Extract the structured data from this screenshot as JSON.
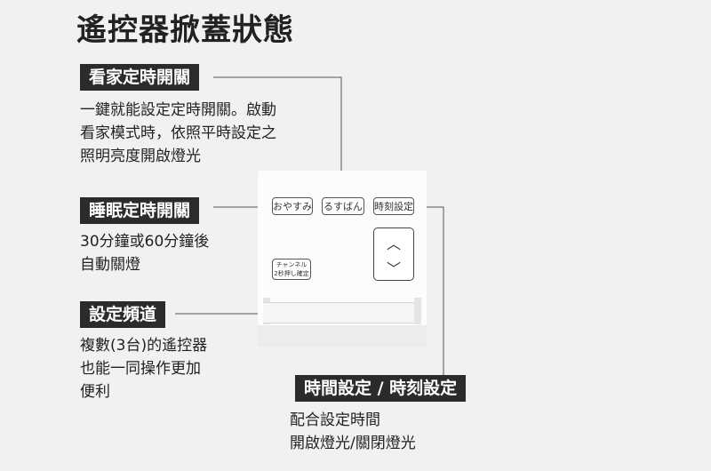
{
  "title": "遙控器掀蓋狀態",
  "sections": {
    "home_timer": {
      "label": "看家定時開關",
      "desc": [
        "一鍵就能設定定時開關。啟動",
        "看家模式時，依照平時設定之",
        "照明亮度開啟燈光"
      ]
    },
    "sleep_timer": {
      "label": "睡眠定時開關",
      "desc": [
        "30分鐘或60分鐘後",
        "自動關燈"
      ]
    },
    "channel": {
      "label": "設定頻道",
      "desc": [
        "複數(3台)的遙控器",
        "也能一同操作更加",
        "便利"
      ]
    },
    "time_set": {
      "label": "時間設定 / 時刻設定",
      "desc": [
        "配合設定時間",
        "開啟燈光/關閉燈光"
      ]
    }
  },
  "remote": {
    "buttons": {
      "oyasumi": "おやすみ",
      "rusuban": "るすばん",
      "jikoku": "時刻設定",
      "channel_top": "チャンネル",
      "channel_bottom": "2秒押し確定"
    },
    "arrows": {
      "up": "︿",
      "down": "﹀"
    }
  },
  "colors": {
    "label_bg": "#2b2b2b",
    "label_text": "#ffffff",
    "background": "#f1f1f1"
  }
}
